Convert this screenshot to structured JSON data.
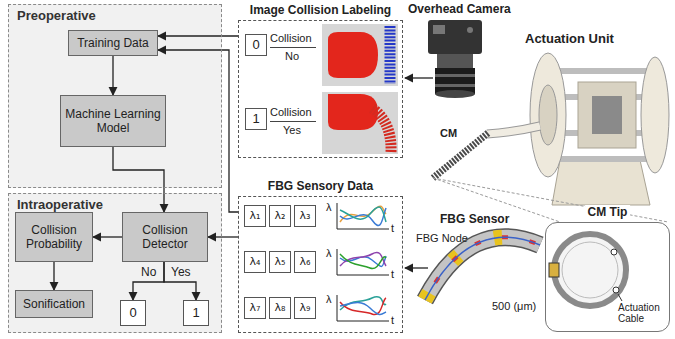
{
  "diagram": {
    "nodes": [
      {
        "text": [
          "Preoperative"
        ]
      },
      {
        "text": [
          "Training Data"
        ],
        "in": 0
      },
      {
        "text": [
          "Machine Learning Model"
        ],
        "in": 0
      },
      {
        "text": [
          "Image Collision Labeling"
        ]
      },
      {
        "text": [
          "0"
        ],
        "in": 3
      },
      {
        "text": [
          "1"
        ],
        "in": 3
      },
      {
        "text": [
          "Intraoperative"
        ]
      },
      {
        "text": [
          "Collision Probability"
        ],
        "in": 6
      },
      {
        "text": [
          "Collision Detector"
        ],
        "in": 6
      },
      {
        "text": [
          "Sonification"
        ],
        "in": 6
      },
      {
        "text": [
          "0"
        ],
        "in": 6
      },
      {
        "text": [
          "1"
        ],
        "in": 6
      },
      {
        "text": [
          "FBG Sensory Data"
        ]
      },
      {
        "text": [
          "λ₁"
        ],
        "in": 12
      },
      {
        "text": [
          "λ₂"
        ],
        "in": 12
      },
      {
        "text": [
          "λ₃"
        ],
        "in": 12
      },
      {
        "text": [
          "λ₄"
        ],
        "in": 12
      },
      {
        "text": [
          "λ₅"
        ],
        "in": 12
      },
      {
        "text": [
          "λ₆"
        ],
        "in": 12
      },
      {
        "text": [
          "λ₇"
        ],
        "in": 12
      },
      {
        "text": [
          "λ₈"
        ],
        "in": 12
      },
      {
        "text": [
          "λ₉"
        ],
        "in": 12
      },
      {
        "text": [
          "CM Tip",
          "Actuation Cable"
        ]
      }
    ],
    "edges": [
      {
        "from": 3,
        "to": 1,
        "arrow": "to"
      },
      {
        "from": 12,
        "to": 1,
        "arrow": "to"
      },
      {
        "from": 1,
        "to": 2,
        "arrow": "to"
      },
      {
        "from": 2,
        "to": 8,
        "arrow": "to"
      },
      {
        "from": 12,
        "to": 8,
        "arrow": "to"
      },
      {
        "from": 8,
        "to": 7,
        "arrow": "to"
      },
      {
        "from": 7,
        "to": 9,
        "arrow": "to"
      },
      {
        "from": 8,
        "to": 10,
        "label": "No",
        "arrow": "to"
      },
      {
        "from": 8,
        "to": 11,
        "label": "Yes",
        "arrow": "to"
      }
    ],
    "labels": [
      "Overhead Camera",
      "Actuation Unit",
      "CM",
      "Collision",
      "No",
      "Collision",
      "Yes",
      "λ",
      "t",
      "λ",
      "t",
      "λ",
      "t",
      "FBG Sensor",
      "FBG Node",
      "500 (μm)"
    ]
  }
}
